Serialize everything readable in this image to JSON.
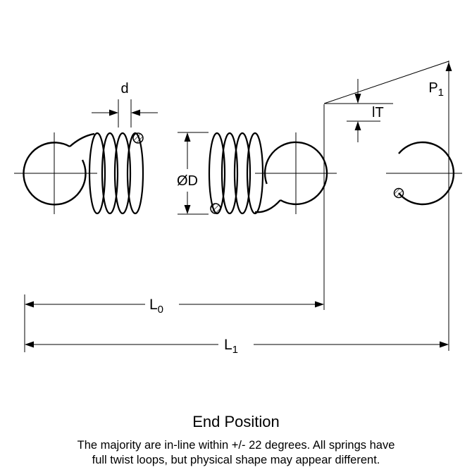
{
  "diagram": {
    "labels": {
      "d": "d",
      "p1": {
        "main": "P",
        "sub": "1"
      },
      "lt": "lT",
      "od": "ØD",
      "l0": {
        "main": "L",
        "sub": "0"
      },
      "l1": {
        "main": "L",
        "sub": "1"
      }
    },
    "end_position_label": "End Position",
    "caption": {
      "line1": "The majority are in-line within +/- 22 degrees. All springs have",
      "line2": "full twist loops, but physical shape may appear different."
    },
    "colors": {
      "line": "#000000",
      "end_position_blue": "#2222cc",
      "background": "#ffffff"
    }
  }
}
